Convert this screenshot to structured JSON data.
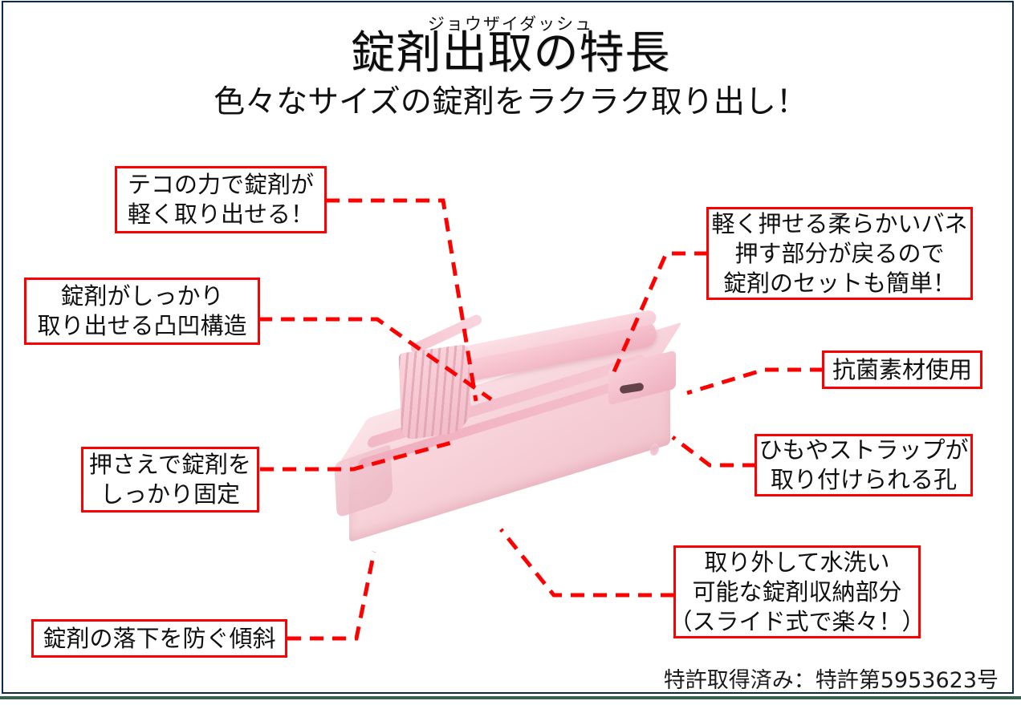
{
  "page": {
    "frame_color": "#0a2a52",
    "bottom_rule_color": "#38614d",
    "accent_color": "#ff0000",
    "background": "#ffffff"
  },
  "header": {
    "ruby": "ジョウザイダッシュ",
    "title": "錠剤出取の特長",
    "subtitle": "色々なサイズの錠剤をラクラク取り出し！"
  },
  "callouts": [
    {
      "id": "lever-force",
      "lines": [
        "テコの力で錠剤が",
        "軽く取り出せる！"
      ]
    },
    {
      "id": "soft-spring",
      "lines": [
        "軽く押せる柔らかいバネ",
        "押す部分が戻るので",
        "錠剤のセットも簡単！"
      ]
    },
    {
      "id": "textured-structure",
      "lines": [
        "錠剤がしっかり",
        "取り出せる凸凹構造"
      ]
    },
    {
      "id": "antibacterial-material",
      "lines": [
        "抗菌素材使用"
      ]
    },
    {
      "id": "strap-hole",
      "lines": [
        "ひもやストラップが",
        "取り付けられる孔"
      ]
    },
    {
      "id": "presser-fix",
      "lines": [
        "押さえで錠剤を",
        "しっかり固定"
      ]
    },
    {
      "id": "washable-tray",
      "lines": [
        "取り外して水洗い",
        "可能な錠剤収納部分",
        "（スライド式で楽々！）"
      ]
    },
    {
      "id": "anti-drop-slope",
      "lines": [
        "錠剤の落下を防ぐ傾斜"
      ]
    }
  ],
  "footer": {
    "patent_note": "特許取得済み：特許第5953623号"
  },
  "product": {
    "name": "pink-pill-dispenser-clip"
  }
}
